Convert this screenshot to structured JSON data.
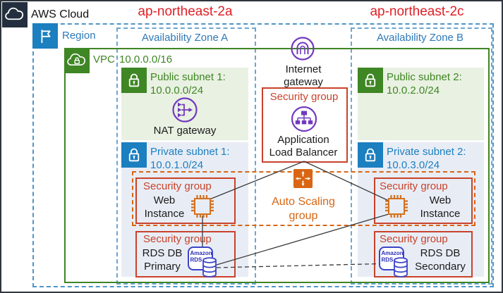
{
  "title": {
    "aws_cloud": "AWS Cloud"
  },
  "region_labels": {
    "left": "ap-northeast-2a",
    "right": "ap-northeast-2c"
  },
  "region": {
    "label": "Region"
  },
  "zones": [
    {
      "label": "Availability Zone A"
    },
    {
      "label": "Availability Zone B"
    }
  ],
  "vpc": {
    "label": "VPC",
    "cidr": "10.0.0.0/16"
  },
  "subnets": [
    {
      "name": "Public subnet 1:",
      "cidr": "10.0.0.0/24"
    },
    {
      "name": "Private subnet 1:",
      "cidr": "10.0.1.0/24"
    },
    {
      "name": "Public subnet 2:",
      "cidr": "10.0.2.0/24"
    },
    {
      "name": "Private subnet 2:",
      "cidr": "10.0.3.0/24"
    }
  ],
  "nodes": {
    "internet_gateway": {
      "line1": "Internet",
      "line2": "gateway"
    },
    "nat_gateway": {
      "label": "NAT gateway"
    },
    "alb": {
      "sg": "Security group",
      "line1": "Application",
      "line2": "Load Balancer"
    },
    "asg": {
      "line1": "Auto Scaling",
      "line2": "group"
    },
    "web_left": {
      "sg": "Security group",
      "line1": "Web",
      "line2": "Instance"
    },
    "web_right": {
      "sg": "Security group",
      "line1": "Web",
      "line2": "Instance"
    },
    "rds_left": {
      "sg": "Security group",
      "line1": "RDS DB",
      "line2": "Primary",
      "icon_line1": "Amazon",
      "icon_line2": "RDS"
    },
    "rds_right": {
      "sg": "Security group",
      "line1": "RDS DB",
      "line2": "Secondary",
      "icon_line1": "Amazon",
      "icon_line2": "RDS"
    }
  },
  "connections": [
    {
      "from": "application-load-balancer",
      "to": "web-instance-left",
      "style": "solid"
    },
    {
      "from": "application-load-balancer",
      "to": "web-instance-right",
      "style": "solid"
    },
    {
      "from": "web-instance-left",
      "to": "rds-db-primary",
      "style": "solid"
    },
    {
      "from": "web-instance-right",
      "to": "rds-db-primary",
      "style": "solid"
    },
    {
      "from": "rds-db-primary",
      "to": "rds-db-secondary",
      "style": "dashed"
    }
  ],
  "icons": {
    "aws-cloud-icon": "cloud",
    "region-icon": "flag",
    "vpc-icon": "cloud-lock",
    "public-subnet-icon": "padlock",
    "private-subnet-icon": "padlock",
    "internet-gateway-icon": "arch",
    "nat-gateway-icon": "merge-arrows",
    "alb-icon": "network-tree",
    "asg-icon": "expand-arrows",
    "web-instance-icon": "chip",
    "rds-icon": "amazon-rds-database"
  },
  "colors": {
    "aws_dark": "#232f3e",
    "region_blue": "#1b7fc0",
    "subnet_blue": "#1b7fc0",
    "text_blue": "#2e79b8",
    "border_blue": "#4e96c8",
    "border_blue_light": "#6aa6d2",
    "green": "#3f8624",
    "light_green": "#e9f1e2",
    "light_blue": "#e8edf5",
    "red": "#c9422b",
    "bright_red": "#e01f26",
    "orange": "#d86613",
    "chip_orange": "#d4711f",
    "purple": "#7239bf",
    "rds_blue": "#3b44c8",
    "rds_text": "#2d2db5",
    "line": "#3a3a3a"
  }
}
